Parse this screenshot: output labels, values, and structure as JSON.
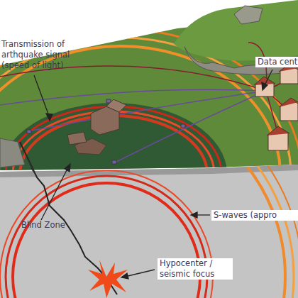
{
  "diagram": {
    "labels": [
      "Transmission of arthquake signal (speed of light)",
      "Data cent",
      "Blind Zone",
      "S-waves (appro",
      "Hypocenter / seismic focus"
    ]
  }
}
